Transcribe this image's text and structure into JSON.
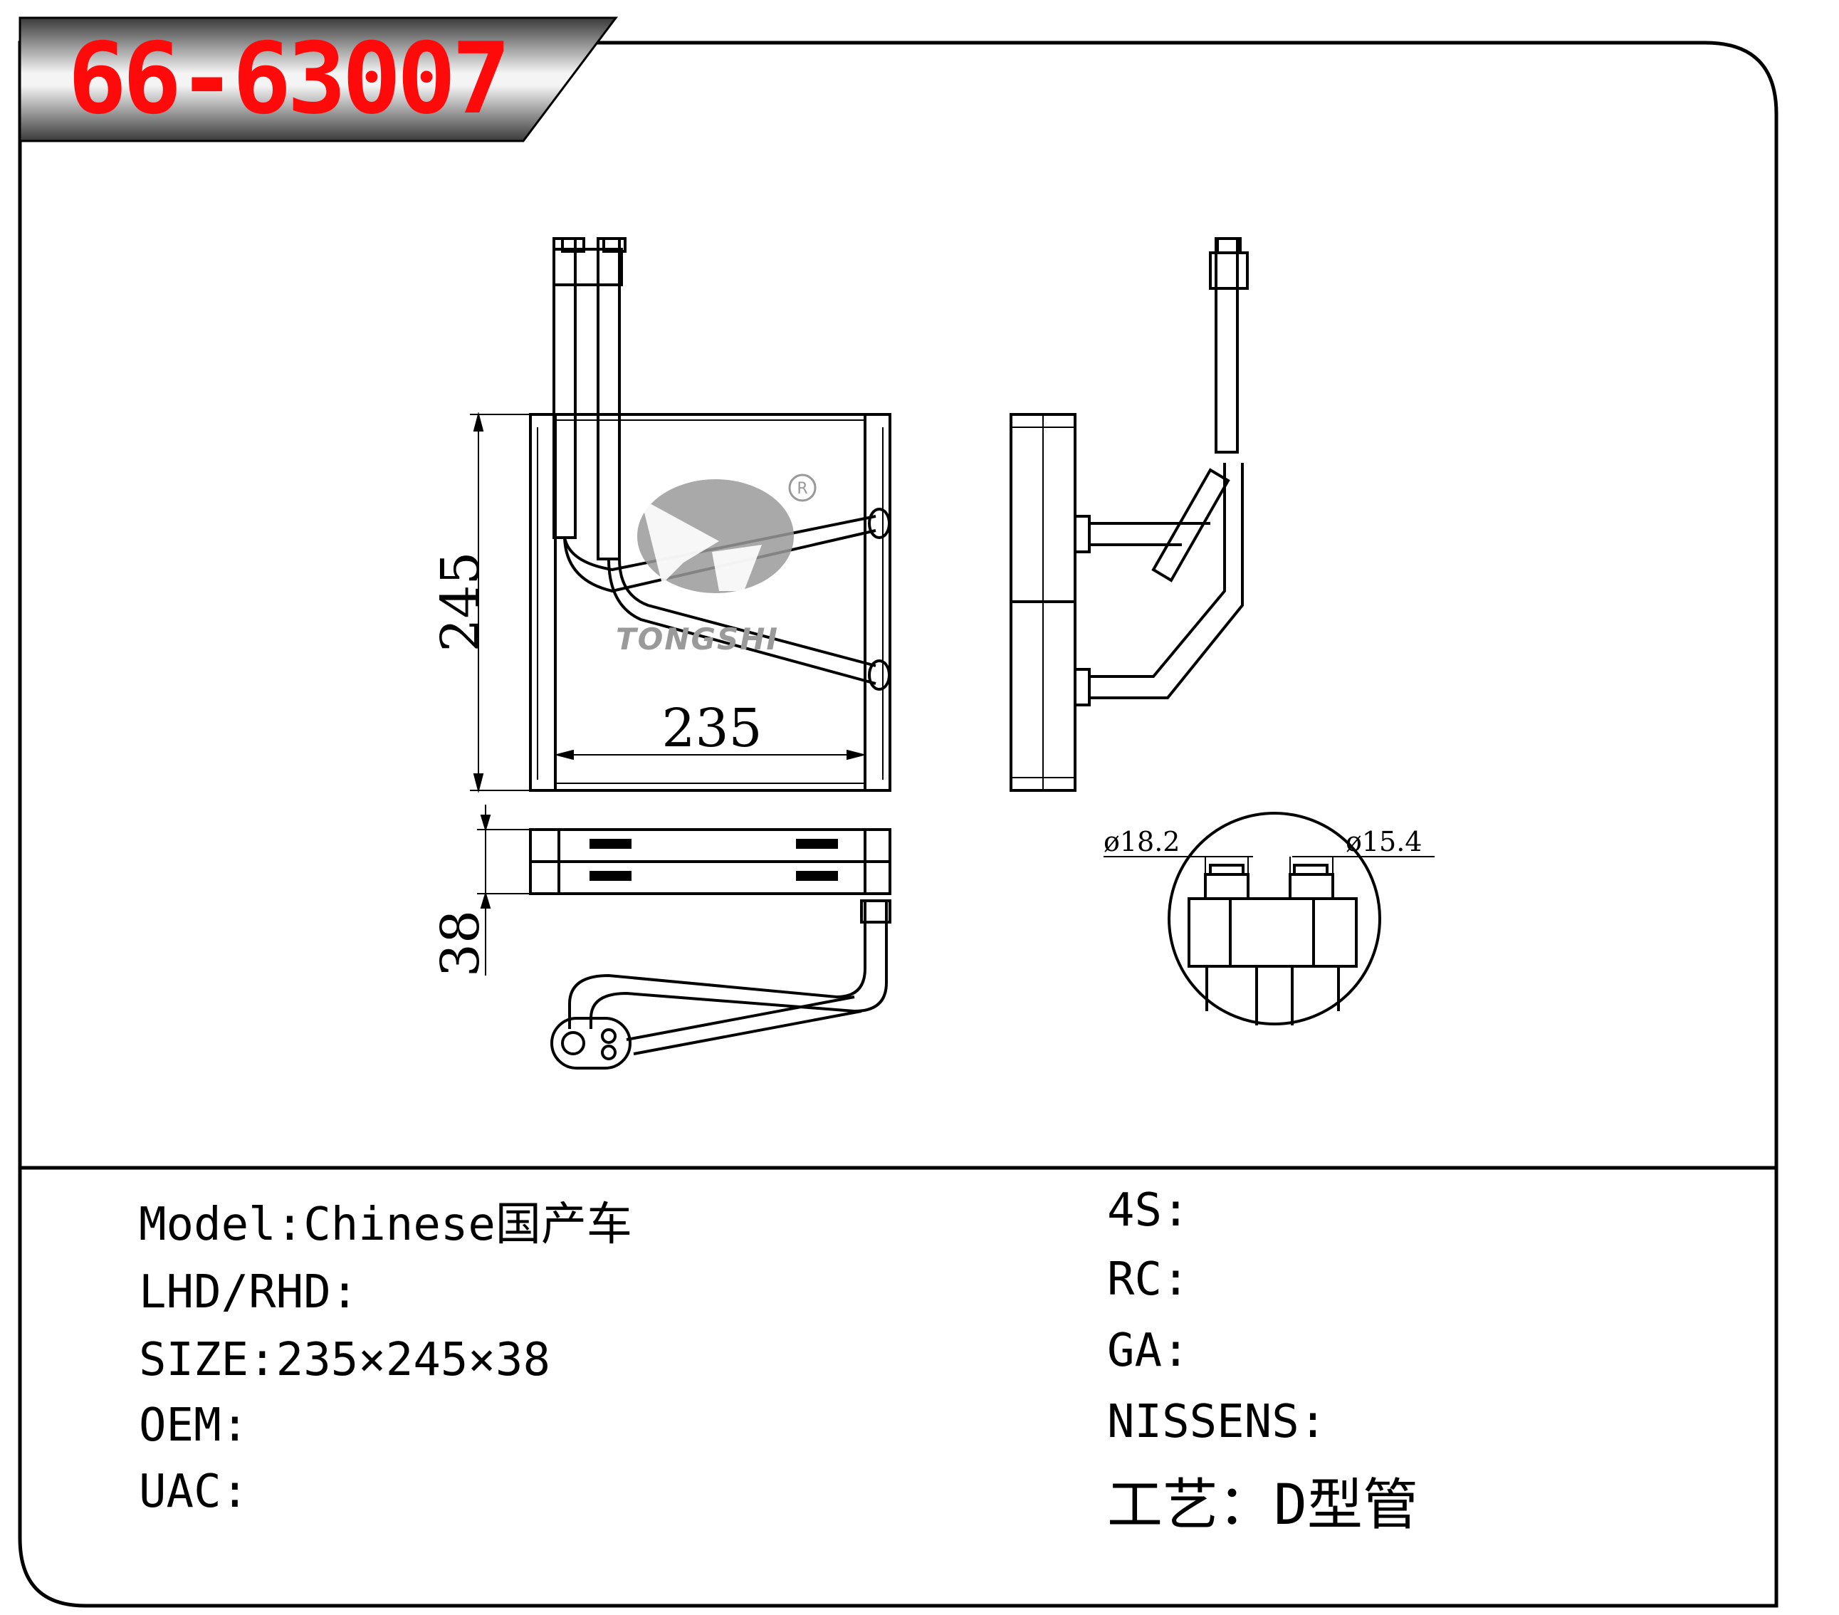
{
  "header": {
    "part_number": "66-63007"
  },
  "brand": {
    "name": "TONGSHI",
    "registered_mark": "R"
  },
  "dimensions": {
    "height_label": "245",
    "width_label": "235",
    "depth_label": "38",
    "pipe_diameter_1": "ø18.2",
    "pipe_diameter_2": "ø15.4"
  },
  "specs_left": [
    {
      "label": "Model:Chinese国产车"
    },
    {
      "label": "LHD/RHD:"
    },
    {
      "label": "SIZE:235×245×38"
    },
    {
      "label": "OEM:"
    },
    {
      "label": "UAC:"
    }
  ],
  "specs_right": [
    {
      "label": "4S:"
    },
    {
      "label": "RC:"
    },
    {
      "label": "GA:"
    },
    {
      "label": "NISSENS:"
    },
    {
      "label": "工艺：D型管"
    }
  ],
  "colors": {
    "title": "#ff0a0a",
    "banner_dark": "#3a3a3a",
    "banner_light": "#f4f4f4",
    "logo": "#9a9a9a"
  }
}
